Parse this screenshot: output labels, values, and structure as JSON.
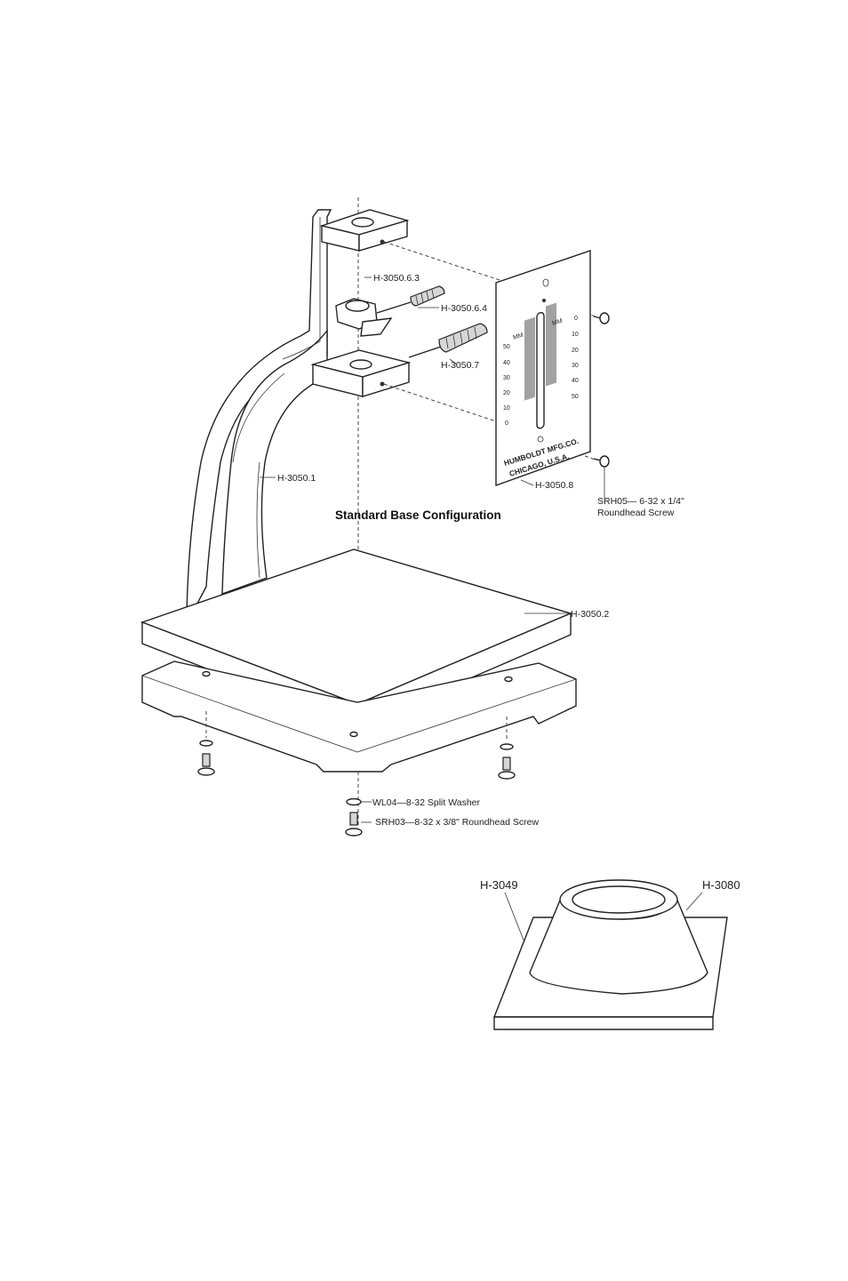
{
  "diagram": {
    "config_title": "Standard Base Configuration",
    "labels": {
      "h3050_6_3": "H-3050.6.3",
      "h3050_6_4": "H-3050.6.4",
      "h3050_7": "H-3050.7",
      "h3050_1": "H-3050.1",
      "h3050_8": "H-3050.8",
      "h3050_2": "H-3050.2",
      "srh05_line1": "SRH05— 6-32 x 1/4\"",
      "srh05_line2": "Roundhead Screw",
      "wl04": "WL04—8-32 Split Washer",
      "srh03": "SRH03—8-32 x 3/8\" Roundhead Screw",
      "h3049": "H-3049",
      "h3080": "H-3080"
    },
    "scale_plate": {
      "unit_left": "MM",
      "unit_right": "MM",
      "left_ticks": [
        "50",
        "40",
        "30",
        "20",
        "10",
        "0"
      ],
      "right_ticks": [
        "0",
        "10",
        "20",
        "30",
        "40",
        "50"
      ],
      "maker_line1": "HUMBOLDT MFG.CO.",
      "maker_line2": "CHICAGO, U.S.A."
    }
  }
}
